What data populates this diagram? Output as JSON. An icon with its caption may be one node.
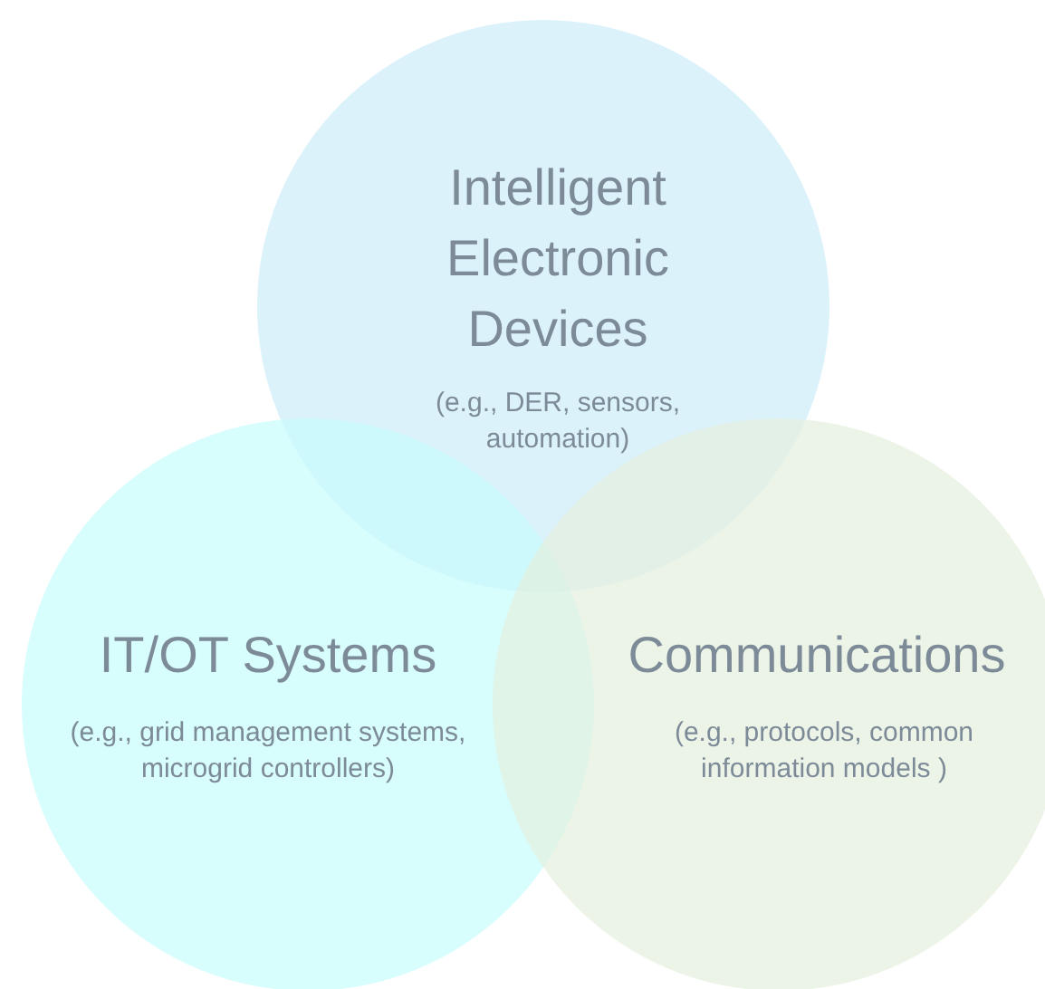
{
  "diagram": {
    "nodes": [
      {
        "text": [
          "Intelligent Electronic Devices",
          "(e.g., DER, sensors, automation)"
        ]
      },
      {
        "text": [
          "IT/OT Systems",
          "(e.g., grid management systems, microgrid controllers)"
        ]
      },
      {
        "text": [
          "Communications",
          "(e.g., protocols, common information models )"
        ]
      }
    ]
  }
}
